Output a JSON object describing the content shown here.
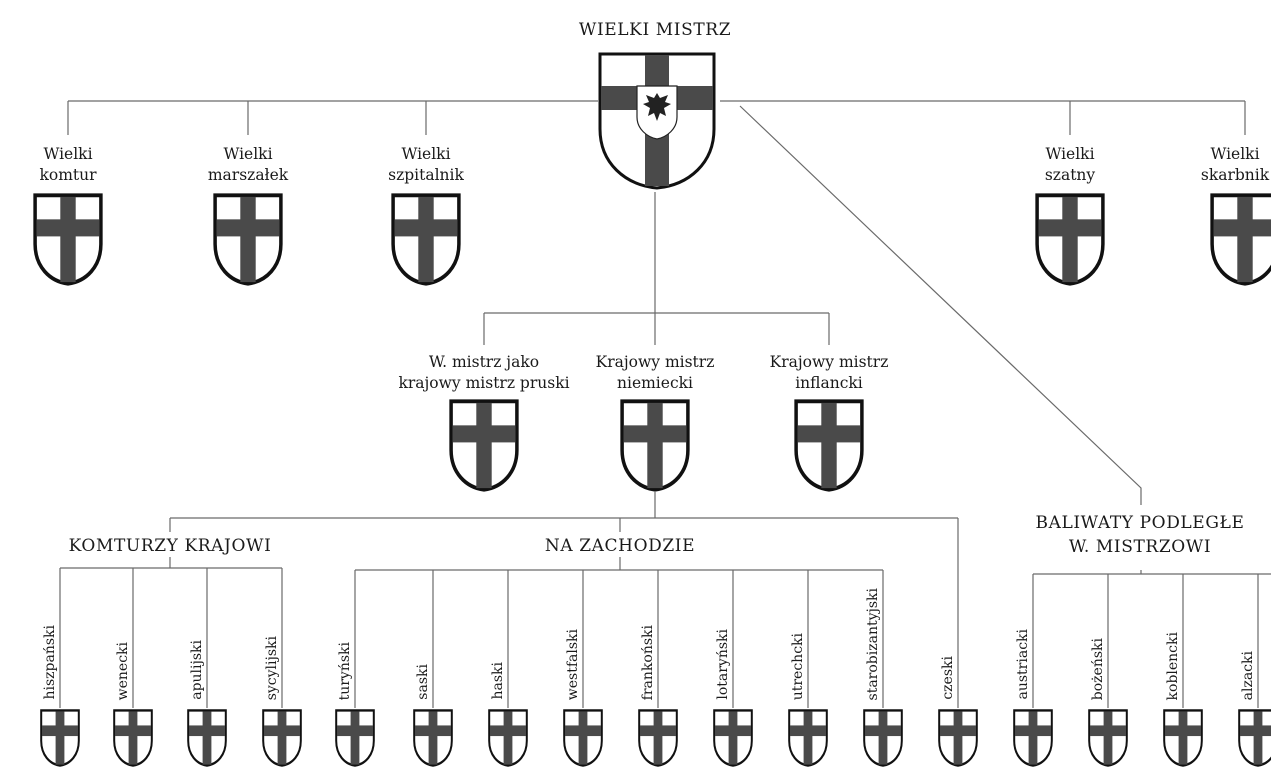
{
  "top": {
    "title": "WIELKI MISTRZ"
  },
  "officers": [
    {
      "line1": "Wielki",
      "line2": "komtur"
    },
    {
      "line1": "Wielki",
      "line2": "marszałek"
    },
    {
      "line1": "Wielki",
      "line2": "szpitalnik"
    },
    {
      "line1": "Wielki",
      "line2": "szatny"
    },
    {
      "line1": "Wielki",
      "line2": "skarbnik"
    }
  ],
  "masters": [
    {
      "line1": "W. mistrz jako",
      "line2": "krajowy mistrz pruski"
    },
    {
      "line1": "Krajowy mistrz",
      "line2": "niemiecki"
    },
    {
      "line1": "Krajowy mistrz",
      "line2": "inflancki"
    }
  ],
  "groups": {
    "komturzy": "KOMTURZY KRAJOWI",
    "zachod": "NA ZACHODZIE",
    "baliwaty_line1": "BALIWATY PODLEGŁE",
    "baliwaty_line2": "W. MISTRZOWI"
  },
  "commanderies": [
    "hiszpański",
    "wenecki",
    "apulijski",
    "sycylijski",
    "turyński",
    "saski",
    "haski",
    "westfalski",
    "frankoński",
    "lotaryński",
    "utrechcki",
    "starobizantyjski",
    "czeski",
    "austriacki",
    "bożeński",
    "koblencki",
    "alzacki"
  ],
  "colors": {
    "cross": "#4a4a4a",
    "outline": "#111111",
    "line": "#6a6a6a"
  }
}
